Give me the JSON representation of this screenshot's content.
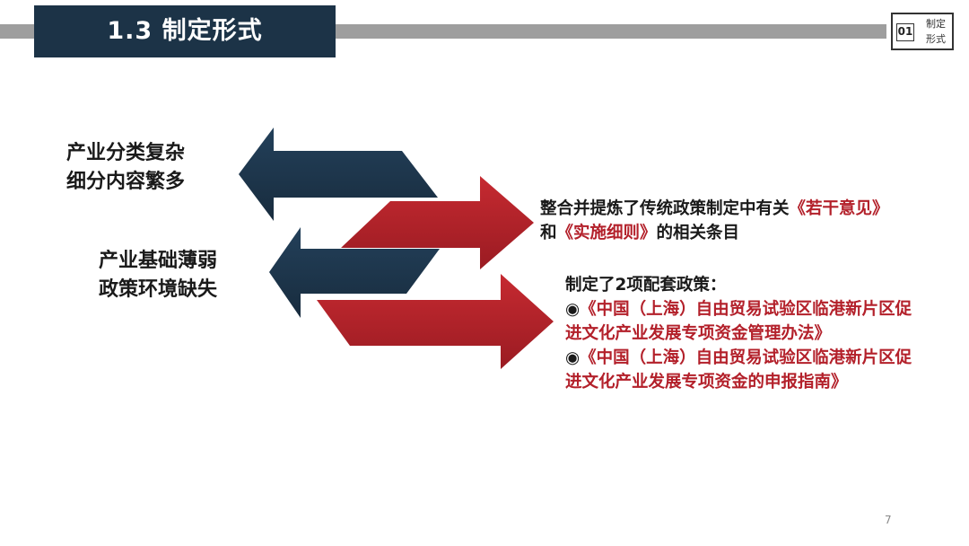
{
  "header": {
    "title": "1.3 制定形式",
    "badge_number": "01",
    "badge_label_line1": "制定",
    "badge_label_line2": "形式"
  },
  "left_labels": [
    {
      "line1": "产业分类复杂",
      "line2": "细分内容繁多"
    },
    {
      "line1": "产业基础薄弱",
      "line2": "政策环境缺失"
    }
  ],
  "right_block_1": {
    "part1": "整合并提炼了传统政策制定中有关",
    "red1": "《若干意见》",
    "part2": "和",
    "red2": "《实施细则》",
    "part3": "的相关条目"
  },
  "right_block_2": {
    "intro": "制定了2项配套政策：",
    "items": [
      {
        "bullet": "◉",
        "text": "《中国（上海）自由贸易试验区临港新片区促进文化产业发展专项资金管理办法》"
      },
      {
        "bullet": "◉",
        "text": "《中国（上海）自由贸易试验区临港新片区促进文化产业发展专项资金的申报指南》"
      }
    ]
  },
  "page_number": "7",
  "colors": {
    "navy": "#1c3347",
    "red": "#b3202a",
    "gray_bar": "#9e9e9e"
  }
}
